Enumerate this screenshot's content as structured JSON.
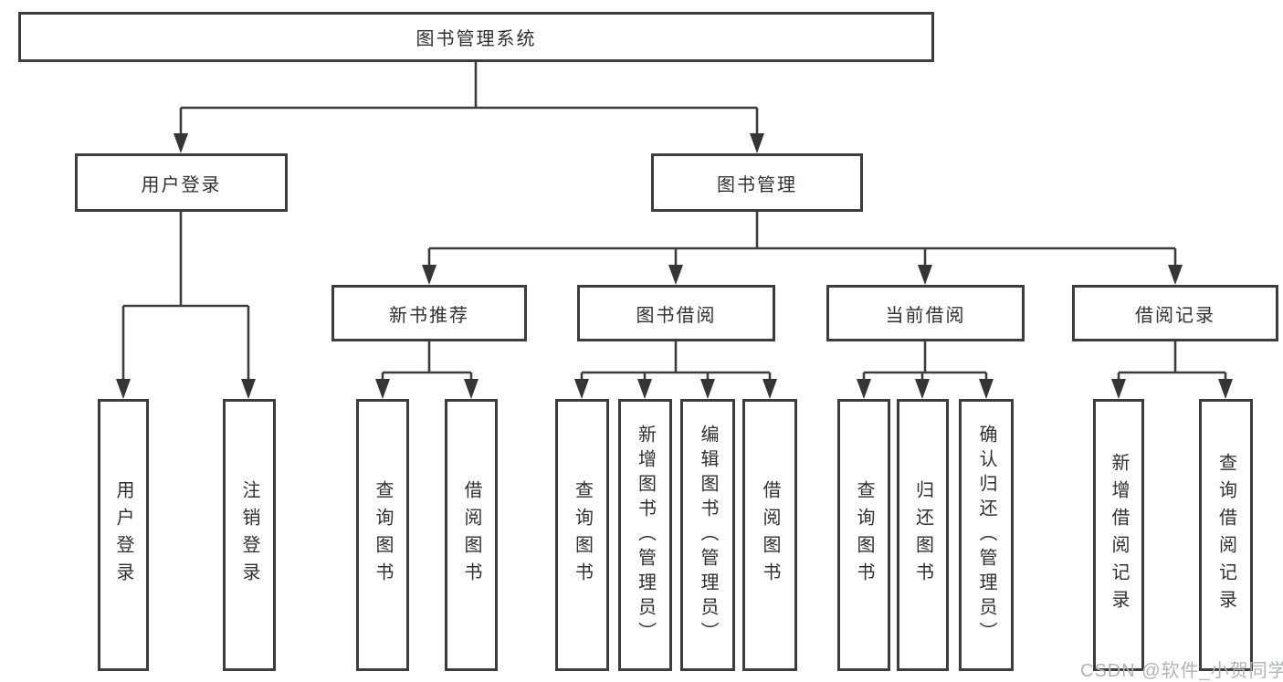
{
  "diagram_title": "图书管理系统",
  "tree": {
    "root": {
      "label": "图书管理系统"
    },
    "branches": [
      {
        "label": "用户登录",
        "leaves": [
          {
            "label": "用户登录"
          },
          {
            "label": "注销登录"
          }
        ]
      },
      {
        "label": "图书管理",
        "groups": [
          {
            "label": "新书推荐",
            "leaves": [
              {
                "label": "查询图书"
              },
              {
                "label": "借阅图书"
              }
            ]
          },
          {
            "label": "图书借阅",
            "leaves": [
              {
                "label": "查询图书"
              },
              {
                "label": "新增图书（管理员）"
              },
              {
                "label": "编辑图书（管理员）"
              },
              {
                "label": "借阅图书"
              }
            ]
          },
          {
            "label": "当前借阅",
            "leaves": [
              {
                "label": "查询图书"
              },
              {
                "label": "归还图书"
              },
              {
                "label": "确认归还（管理员）"
              }
            ]
          },
          {
            "label": "借阅记录",
            "leaves": [
              {
                "label": "新增借阅记录"
              },
              {
                "label": "查询借阅记录"
              }
            ]
          }
        ]
      }
    ]
  },
  "watermark": {
    "text": "CSDN @软件_小贺同学"
  },
  "colors": {
    "line": "#3d3d3d",
    "text": "#2e3033",
    "background": "#ffffff",
    "watermark": "#aeb4b9"
  }
}
